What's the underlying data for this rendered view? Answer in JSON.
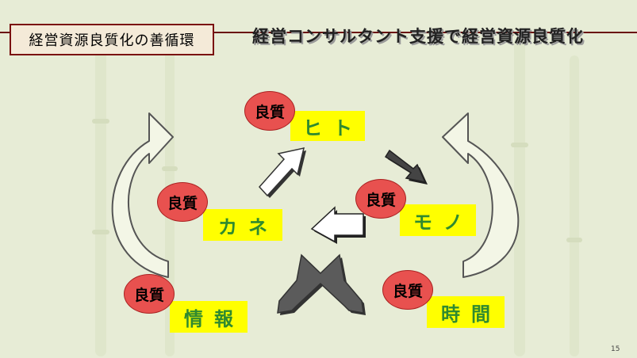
{
  "header": {
    "section_label": "経営資源良質化の善循環",
    "title": "経営コンサルタント支援で経営資源良質化"
  },
  "resources": {
    "hito": "ヒト",
    "kane": "カネ",
    "mono": "モノ",
    "jouhou": "情報",
    "jikan": "時間"
  },
  "quality_badge": "良質",
  "page_number": "15",
  "colors": {
    "background": "#e7ecd6",
    "label_fill": "#ffff00",
    "label_text": "#2f8a2f",
    "badge_fill": "#e8514f",
    "header_border": "#7a1010"
  }
}
